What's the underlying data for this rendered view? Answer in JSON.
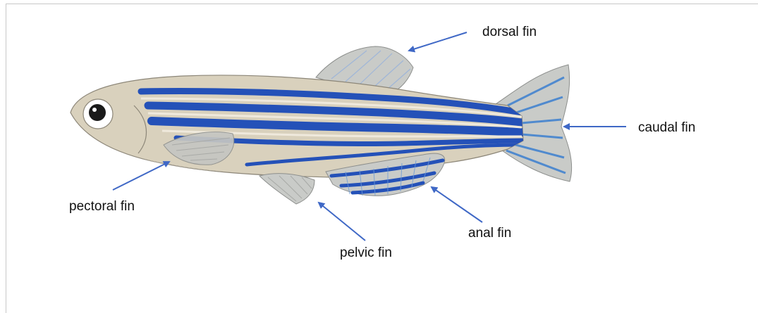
{
  "labels": {
    "dorsal": "dorsal fin",
    "caudal": "caudal fin",
    "pectoral": "pectoral fin",
    "anal": "anal fin",
    "pelvic": "pelvic fin"
  },
  "colors": {
    "arrow": "#3f68c6",
    "stripe": "#2451b8",
    "body": "#d9d1bd",
    "belly": "#eeeeee",
    "fin": "#c9cbc8"
  }
}
